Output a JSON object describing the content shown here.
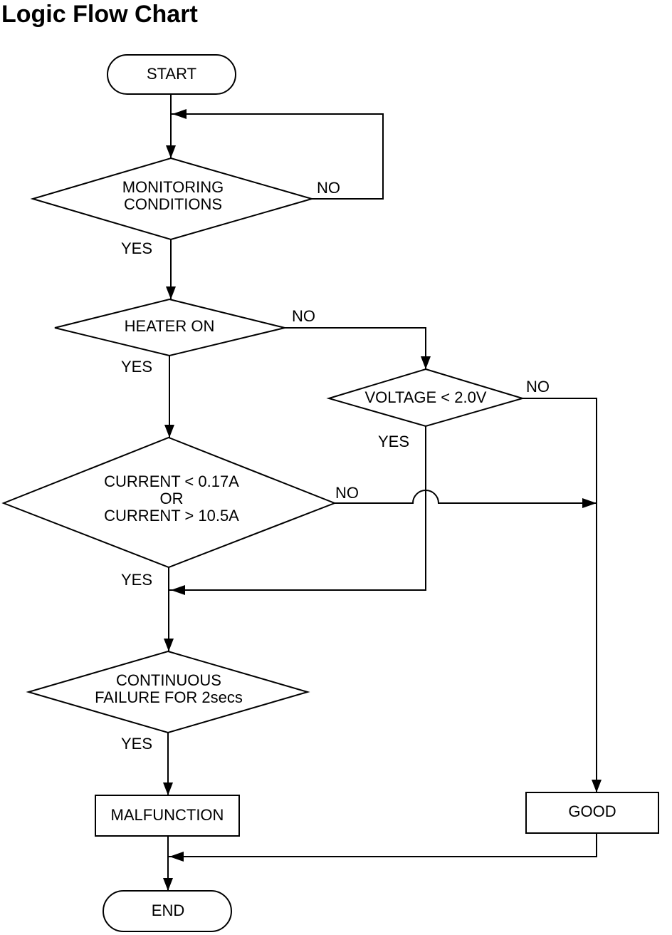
{
  "title": "Logic Flow Chart",
  "nodes": {
    "start": "START",
    "monitoring": [
      "MONITORING",
      "CONDITIONS"
    ],
    "heater_on": "HEATER ON",
    "voltage": "VOLTAGE < 2.0V",
    "current": [
      "CURRENT < 0.17A",
      "OR",
      "CURRENT > 10.5A"
    ],
    "continuous": [
      "CONTINUOUS",
      "FAILURE FOR 2secs"
    ],
    "malfunction": "MALFUNCTION",
    "good": "GOOD",
    "end": "END"
  },
  "edge_labels": {
    "monitoring_no": "NO",
    "monitoring_yes": "YES",
    "heater_no": "NO",
    "heater_yes": "YES",
    "voltage_no": "NO",
    "voltage_yes": "YES",
    "current_no": "NO",
    "current_yes": "YES",
    "continuous_yes": "YES"
  }
}
